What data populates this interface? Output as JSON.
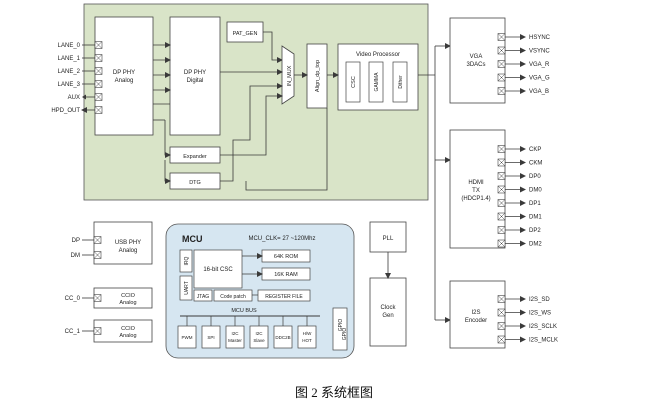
{
  "caption": "图 2 系统框图",
  "inputs": {
    "lane0": "LANE_0",
    "lane1": "LANE_1",
    "lane2": "LANE_2",
    "lane3": "LANE_3",
    "aux": "AUX",
    "hpd": "HPD_OUT",
    "dp": "DP",
    "dm": "DM",
    "cc0": "CC_0",
    "cc1": "CC_1"
  },
  "blocks": {
    "dp_phy_analog": [
      "DP PHY",
      "Analog"
    ],
    "dp_phy_digital": [
      "DP PHY",
      "Digital"
    ],
    "pat_gen": "PAT_GEN",
    "in_mux": "IN_MUX",
    "align": "Align_dp_top",
    "video_processor": "Video Processor",
    "csc": "CSC",
    "gamma": "GAMMA",
    "dither": "Dither",
    "expander": "Expander",
    "dtg": "DTG",
    "vga": [
      "VGA",
      "3DACs"
    ],
    "hdmi": [
      "HDMI",
      "TX",
      "(HDCP1.4)"
    ],
    "i2s": [
      "I2S",
      "Encoder"
    ],
    "usb_phy": [
      "USB PHY",
      "Analog"
    ],
    "ccio0": [
      "CCIO",
      "Analog"
    ],
    "ccio1": [
      "CCIO",
      "Analog"
    ],
    "pll": "PLL",
    "clock_gen": [
      "Clock",
      "Gen"
    ]
  },
  "mcu": {
    "title": "MCU",
    "clk": "MCU_CLK= 27 ~120Mhz",
    "irq": "IRQ",
    "uart": "UART",
    "core": "16-bit CSC",
    "rom": "64K ROM",
    "ram": "16K RAM",
    "jtag": "JTAG",
    "code_patch": "Code patch",
    "register_file": "REGISTER FILE",
    "bus": "MCU BUS",
    "gpio": [
      "GPIO",
      "GPIO"
    ],
    "peripherals": [
      [
        "PWM"
      ],
      [
        "SPI"
      ],
      [
        "I2C",
        "Master"
      ],
      [
        "I2C",
        "Slave"
      ],
      [
        "DDC2B"
      ],
      [
        "H/W",
        "HOT"
      ]
    ]
  },
  "outputs": {
    "vga": [
      "HSYNC",
      "VSYNC",
      "VGA_R",
      "VGA_G",
      "VGA_B"
    ],
    "hdmi": [
      "CKP",
      "CKM",
      "DP0",
      "DM0",
      "DP1",
      "DM1",
      "DP2",
      "DM2"
    ],
    "i2s": [
      "I2S_SD",
      "I2S_WS",
      "I2S_SCLK",
      "I2S_MCLK"
    ]
  },
  "colors": {
    "green_fill": "#d9e4c8",
    "mcu_fill": "#d6e6f1",
    "line": "#3a3a3a"
  }
}
